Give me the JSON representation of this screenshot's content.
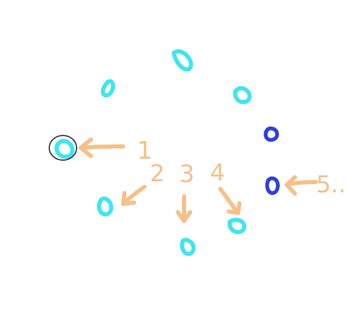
{
  "colors": {
    "background": "#ffffff",
    "circle_cyan": "#3ee6ef",
    "circle_blue": "#2f3fe0",
    "annotation_orange": "#f6c08a",
    "highlight_ring": "#3a3a3a"
  },
  "diagram": {
    "numbers": [
      "1",
      "2",
      "3",
      "4",
      "5.."
    ]
  }
}
